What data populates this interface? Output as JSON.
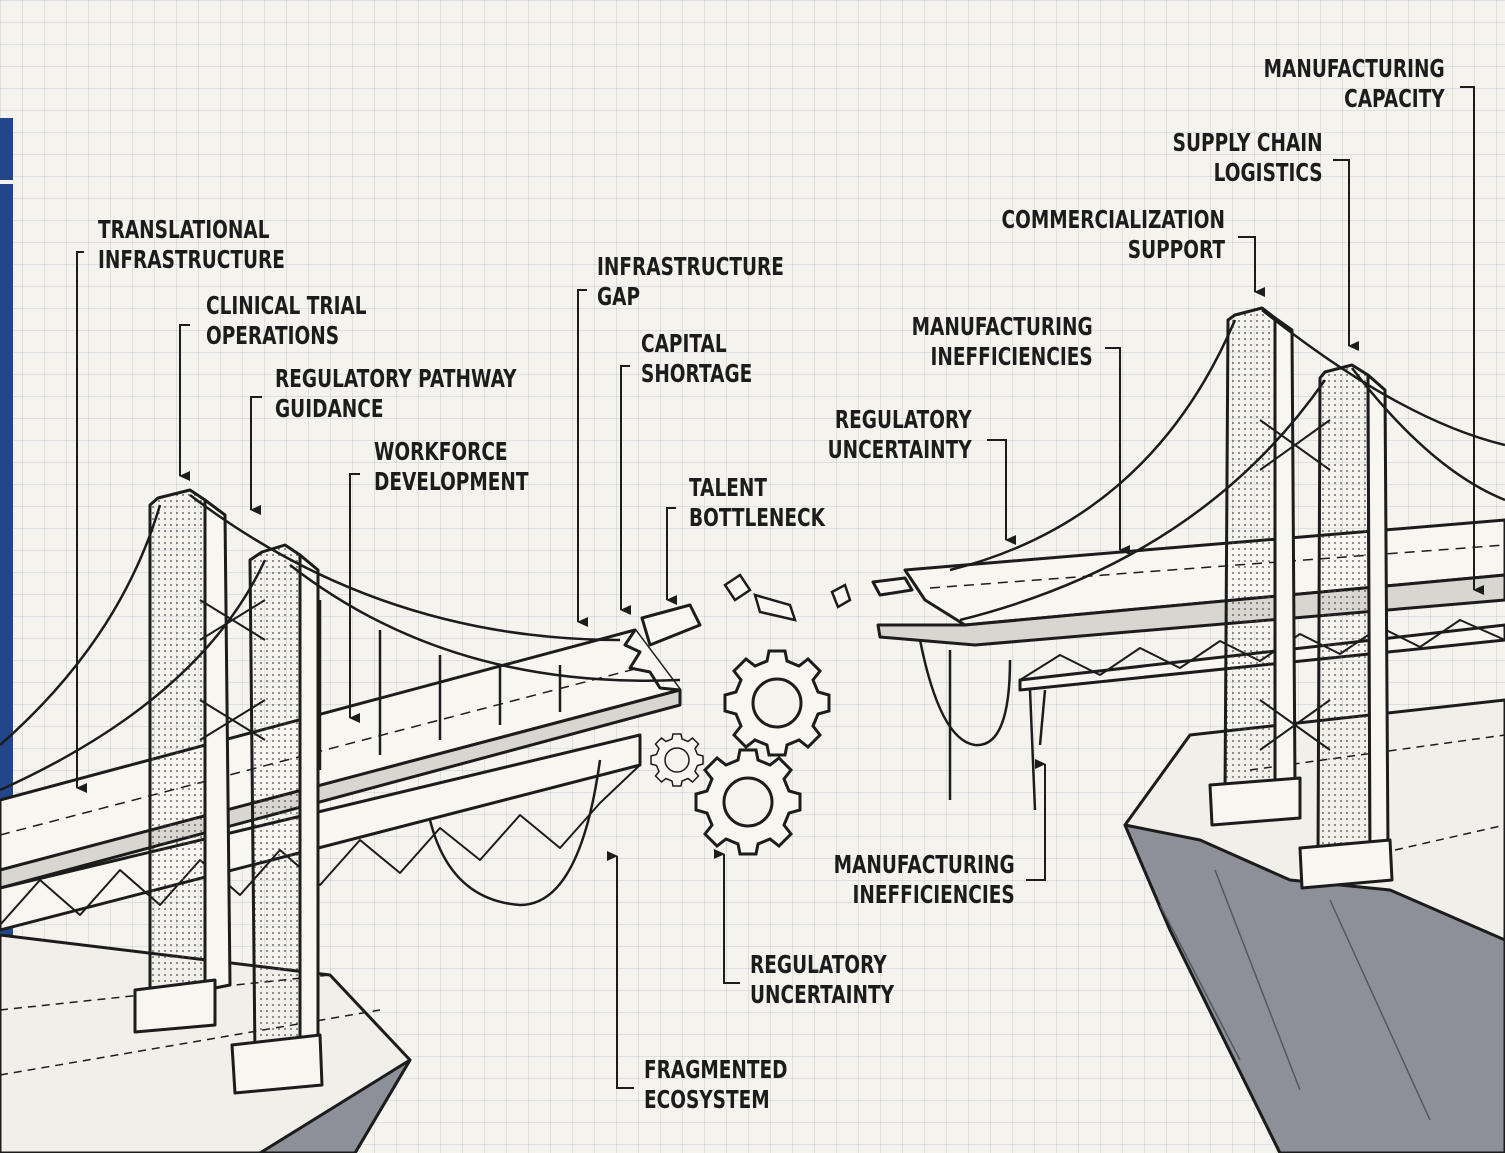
{
  "labels": {
    "translational_infrastructure": [
      "TRANSLATIONAL",
      "INFRASTRUCTURE"
    ],
    "clinical_trial_operations": [
      "CLINICAL TRIAL",
      "OPERATIONS"
    ],
    "regulatory_pathway_guidance": [
      "REGULATORY PATHWAY",
      "GUIDANCE"
    ],
    "workforce_development": [
      "WORKFORCE",
      "DEVELOPMENT"
    ],
    "infrastructure_gap": [
      "INFRASTRUCTURE",
      "GAP"
    ],
    "capital_shortage": [
      "CAPITAL",
      "SHORTAGE"
    ],
    "talent_bottleneck": [
      "TALENT",
      "BOTTLENECK"
    ],
    "manufacturing_inefficiencies_top": [
      "MANUFACTURING",
      "INEFFICIENCIES"
    ],
    "regulatory_uncertainty_top": [
      "REGULATORY",
      "UNCERTAINTY"
    ],
    "commercialization_support": [
      "COMMERCIALIZATION",
      "SUPPORT"
    ],
    "supply_chain_logistics": [
      "SUPPLY CHAIN",
      "LOGISTICS"
    ],
    "manufacturing_capacity": [
      "MANUFACTURING",
      "CAPACITY"
    ],
    "manufacturing_inefficiencies_bottom": [
      "MANUFACTURING",
      "INEFFICIENCIES"
    ],
    "regulatory_uncertainty_bottom": [
      "REGULATORY",
      "UNCERTAINTY"
    ],
    "fragmented_ecosystem": [
      "FRAGMENTED",
      "ECOSYSTEM"
    ]
  },
  "colors": {
    "ink": "#1c1c1c",
    "paper": "#f5f3ee",
    "cliff": "#8e9099",
    "accent_band": "#21478a"
  }
}
